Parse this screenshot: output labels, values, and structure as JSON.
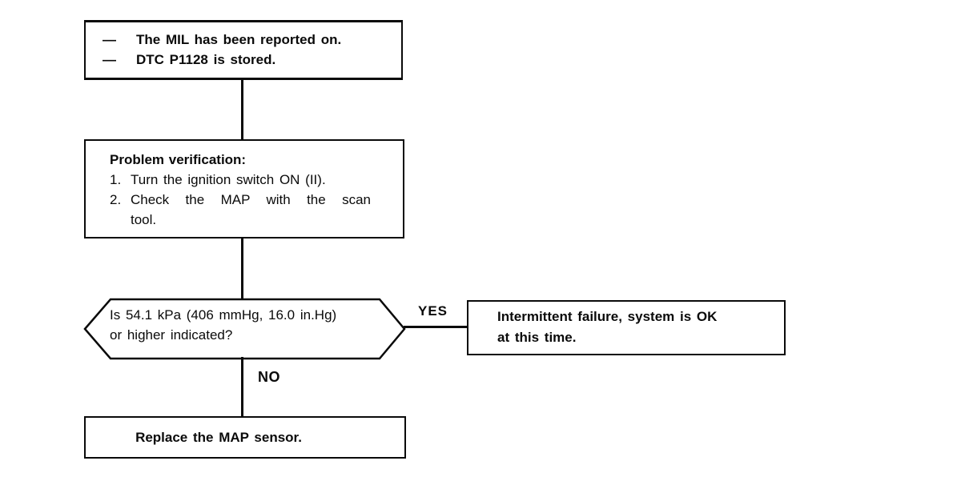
{
  "flowchart": {
    "ink_color": "#0a0a0a",
    "paper_color": "#ffffff",
    "start_box": {
      "bullet": "—",
      "lines": [
        "The MIL has been reported on.",
        "DTC P1128 is stored."
      ]
    },
    "verification_box": {
      "title": "Problem verification:",
      "steps": [
        {
          "num": "1.",
          "lines": [
            "Turn the ignition switch ON (II)."
          ]
        },
        {
          "num": "2.",
          "lines": [
            "Check the MAP with the scan",
            "tool."
          ]
        }
      ]
    },
    "decision": {
      "lines": [
        "Is 54.1 kPa (406 mmHg, 16.0 in.Hg)",
        "or higher indicated?"
      ],
      "yes_label": "YES",
      "no_label": "NO"
    },
    "yes_outcome_box": {
      "lines": [
        "Intermittent failure, system is OK",
        "at this time."
      ]
    },
    "no_outcome_box": {
      "text": "Replace the MAP sensor."
    }
  }
}
